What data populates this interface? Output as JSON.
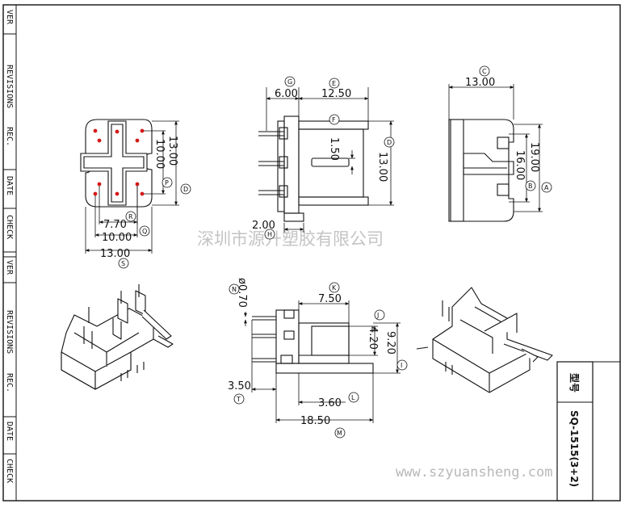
{
  "revision_block": {
    "top": {
      "ver": "VER",
      "revisions": "REVISIONS",
      "rec": "REC.",
      "date": "DATE",
      "check": "CHECK"
    },
    "bottom": {
      "ver": "VER",
      "revisions": "REVISIONS",
      "rec": "REC.",
      "date": "DATE",
      "check": "CHECK"
    }
  },
  "title_block": {
    "model_label": "型号",
    "model_value": "SQ-1515(3+2)"
  },
  "watermark": {
    "company": "深圳市源升塑胶有限公司",
    "url": "www.szyuansheng.com"
  },
  "views": {
    "bottom_view": {
      "dims": {
        "h13": "13.00",
        "h10": "10.00",
        "w7_70": "7.70",
        "w10": "10.00",
        "w13": "13.00"
      },
      "balloons": {
        "d": "D",
        "p": "P",
        "r": "R",
        "q": "Q",
        "s": "S"
      }
    },
    "side_view": {
      "dims": {
        "g": "6.00",
        "e": "12.50",
        "f": "1.50",
        "d": "13.00",
        "h": "2.00"
      },
      "balloons": {
        "g": "G",
        "e": "E",
        "f": "F",
        "d": "D",
        "h": "H"
      }
    },
    "end_view": {
      "dims": {
        "c": "13.00",
        "b": "16.00",
        "a": "19.00"
      },
      "balloons": {
        "c": "C",
        "b": "B",
        "a": "A"
      }
    },
    "front_view": {
      "dims": {
        "n": "ø0.70",
        "k": "7.50",
        "j": "4.20",
        "i": "9.20",
        "t": "3.50",
        "l": "3.60",
        "m": "18.50"
      },
      "balloons": {
        "n": "N",
        "k": "K",
        "j": "J",
        "i": "I",
        "t": "T",
        "l": "L",
        "m": "M"
      }
    }
  }
}
